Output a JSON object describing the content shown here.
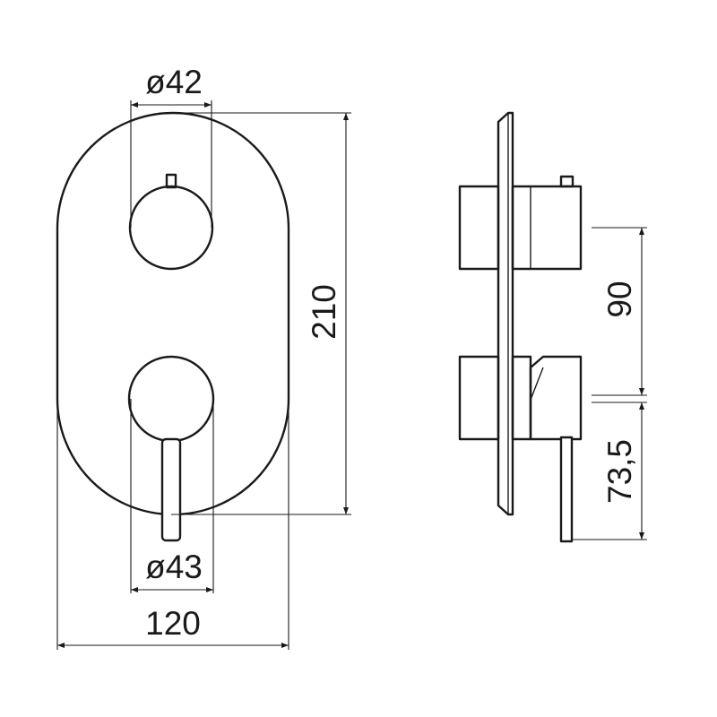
{
  "front_view": {
    "top_knob_diameter": "ø42",
    "bottom_knob_diameter": "ø43",
    "plate_height": "210",
    "plate_width": "120"
  },
  "side_view": {
    "knob_spacing": "90",
    "lever_offset": "73,5"
  }
}
